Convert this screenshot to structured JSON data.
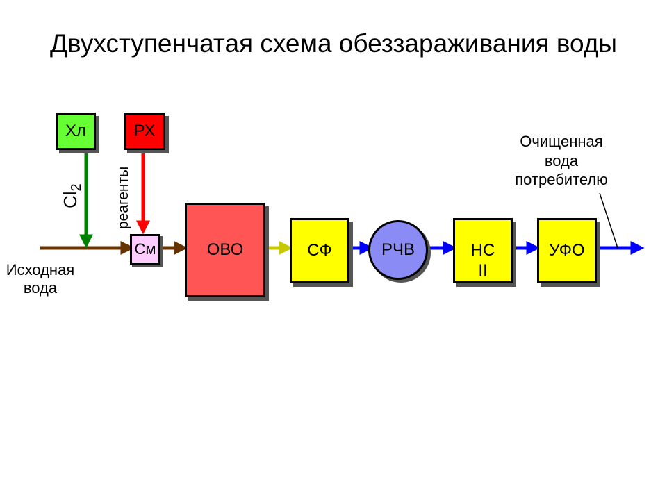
{
  "title": "Двухступенчатая схема обеззараживания воды",
  "boxes": {
    "hl": "Хл",
    "rh": "РХ",
    "sm": "См",
    "ovo": "ОВО",
    "sf": "СФ",
    "rchv": "РЧВ",
    "ns_line1": "НС",
    "ns_line2": "II",
    "ufo": "УФО"
  },
  "labels": {
    "cl": "Cl",
    "cl_sub": "2",
    "reagents": "реагенты",
    "source_line1": "Исходная",
    "source_line2": "вода",
    "clean_line1": "Очищенная",
    "clean_line2": "вода",
    "clean_line3": "потребителю"
  },
  "colors": {
    "hl": "#66ff33",
    "rh": "#ff0000",
    "sm": "#ffccff",
    "ovo": "#ff5555",
    "sf": "#ffff00",
    "rchv": "#8b8bf5",
    "ns": "#ffff00",
    "ufo": "#ffff00",
    "raw_water": "#663300",
    "chlorine": "#008000",
    "reagent": "#ff0000",
    "after_ovo": "#c8c800",
    "clean_water": "#0000ff"
  }
}
